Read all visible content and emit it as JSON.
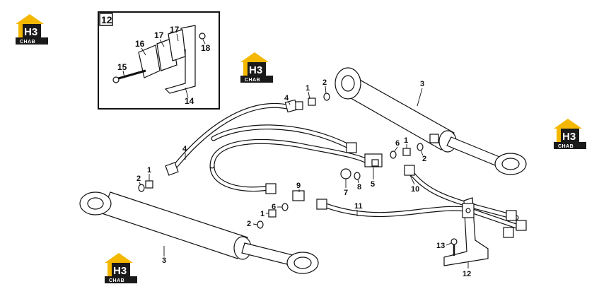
{
  "logos": [
    {
      "id": "logo-1",
      "top_text": "H3",
      "bottom_text": "CHAB",
      "colors": {
        "roof": "#f5b800",
        "body": "#f5b800",
        "band": "#1a1a1a"
      }
    },
    {
      "id": "logo-2",
      "top_text": "H3",
      "bottom_text": "CHAB"
    },
    {
      "id": "logo-3",
      "top_text": "H3",
      "bottom_text": "CHAB"
    },
    {
      "id": "logo-4",
      "top_text": "H3",
      "bottom_text": "CHAB"
    }
  ],
  "inset": {
    "title": "12",
    "labels": [
      "14",
      "15",
      "16",
      "17",
      "17",
      "18"
    ]
  },
  "callouts": {
    "c3_top": "3",
    "c3_bottom": "3",
    "c4_top": "4",
    "c4_mid": "4",
    "c1_a": "1",
    "c1_b": "1",
    "c1_c": "1",
    "c1_d": "1",
    "c2_a": "2",
    "c2_b": "2",
    "c2_c": "2",
    "c2_d": "2",
    "c5": "5",
    "c6_a": "6",
    "c6_b": "6",
    "c7": "7",
    "c8": "8",
    "c9": "9",
    "c10": "10",
    "c11": "11",
    "c12": "12",
    "c13": "13"
  },
  "colors": {
    "logo_yellow": "#f5b800",
    "logo_dark": "#1a1a1a",
    "line": "#111111"
  }
}
